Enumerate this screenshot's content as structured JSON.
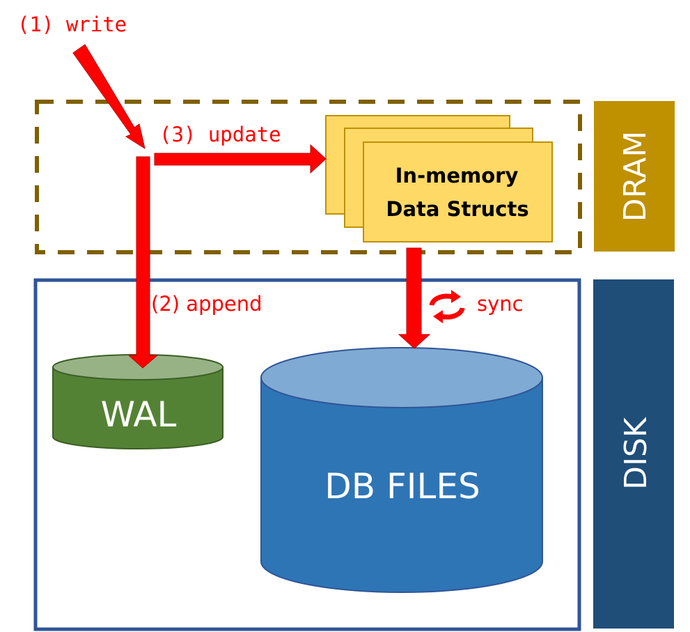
{
  "diagram": {
    "regions": {
      "dram": {
        "label": "DRAM",
        "color": "#bf9000",
        "border_color": "#7f6000"
      },
      "disk": {
        "label": "DISK",
        "color": "#1f4e79",
        "border_color": "#2f5597"
      }
    },
    "steps": {
      "write": "(1) write",
      "append": "(2) append",
      "update": "(3) update",
      "sync": "sync"
    },
    "nodes": {
      "memory": {
        "line1": "In-memory",
        "line2": "Data Structs",
        "color": "#ffd966"
      },
      "wal": {
        "label": "WAL",
        "color": "#548235"
      },
      "db_files": {
        "label": "DB FILES",
        "color": "#2e75b6"
      }
    },
    "arrow_color": "#ff0000",
    "icons": {
      "sync": "sync-cycle-icon"
    }
  }
}
